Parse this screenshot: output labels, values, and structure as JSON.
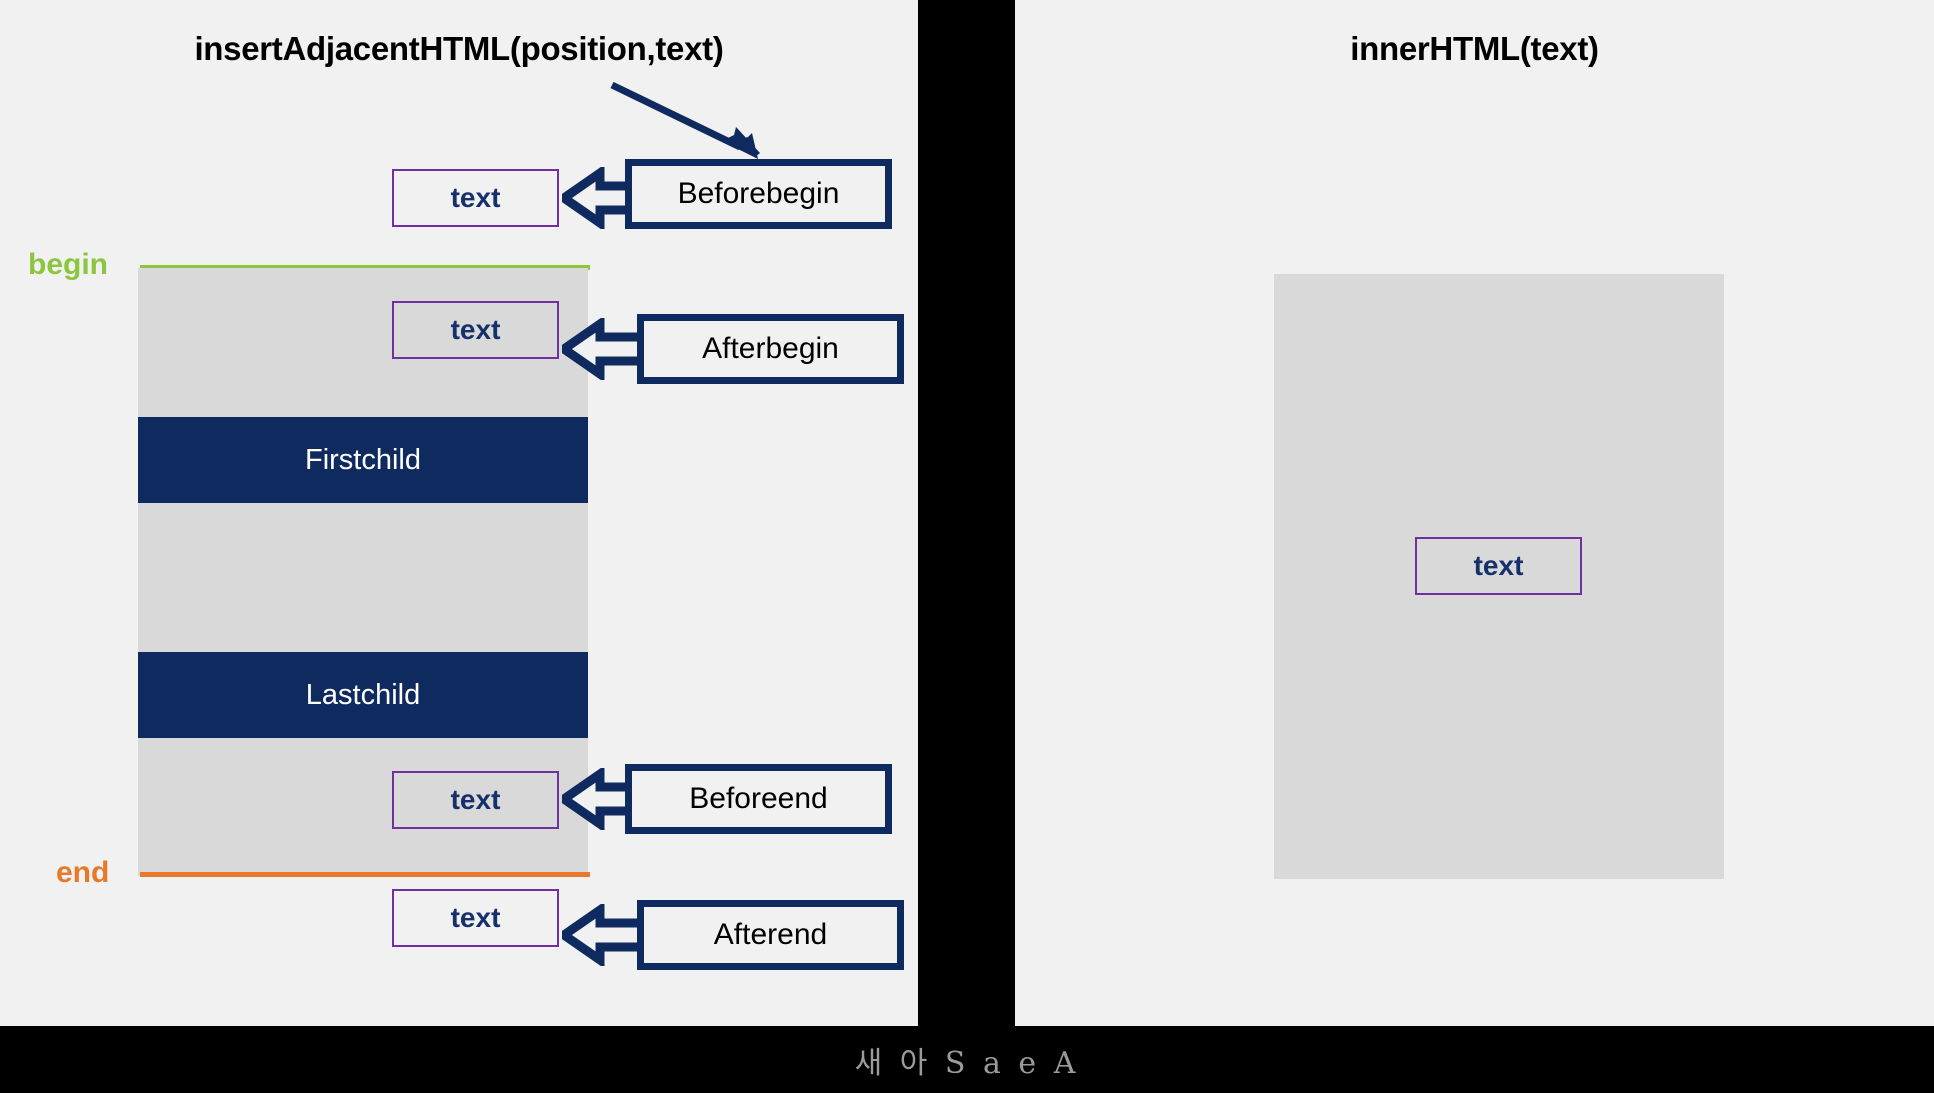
{
  "left_panel": {
    "title": "insertAdjacentHTML(position,text)",
    "boundaries": {
      "begin_label": "begin",
      "end_label": "end",
      "begin_color": "#8cc63f",
      "end_color": "#e8792a"
    },
    "children": [
      {
        "label": "Firstchild"
      },
      {
        "label": "Lastchild"
      }
    ],
    "insert_points": [
      {
        "position": "Beforebegin",
        "text_box": "text"
      },
      {
        "position": "Afterbegin",
        "text_box": "text"
      },
      {
        "position": "Beforeend",
        "text_box": "text"
      },
      {
        "position": "Afterend",
        "text_box": "text"
      }
    ]
  },
  "right_panel": {
    "title": "innerHTML(text)",
    "text_box": "text"
  },
  "colors": {
    "navy": "#0f2a5e",
    "purple_border": "#7030a0",
    "container_gray": "#d9d9d9",
    "panel_bg": "#f1f1f1",
    "text_navy": "#15306b"
  },
  "watermark": "새 아 S a e A"
}
